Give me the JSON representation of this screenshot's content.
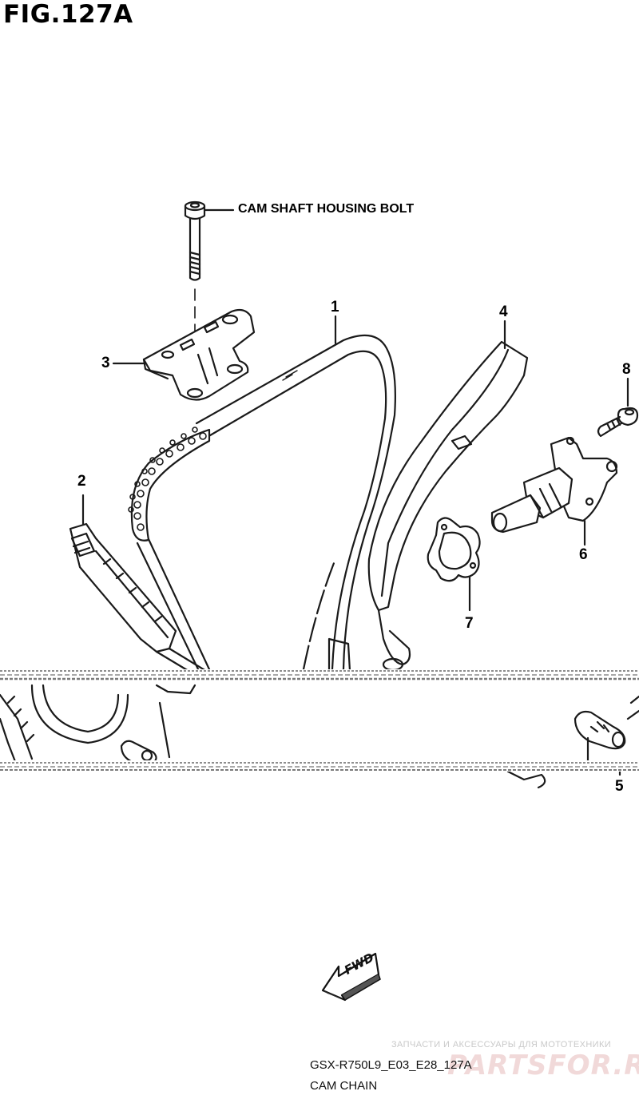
{
  "figure": {
    "title": "FIG.127A"
  },
  "labels": {
    "bolt_name": "CAM SHAFT HOUSING BOLT",
    "fwd": "FWD"
  },
  "callouts": [
    "1",
    "2",
    "3",
    "4",
    "5",
    "6",
    "7",
    "8"
  ],
  "footer": {
    "model_code": "GSX-R750L9_E03_E28_127A",
    "section_name": "CAM CHAIN"
  },
  "watermark": {
    "subtitle": "ЗАПЧАСТИ И АКСЕССУАРЫ ДЛЯ МОТОТЕХНИКИ",
    "logo": "PARTSFOR.RU"
  },
  "colors": {
    "line": "#1a1a1a",
    "break_band": "#9a9a9a",
    "watermark": "#e8bcbc"
  }
}
